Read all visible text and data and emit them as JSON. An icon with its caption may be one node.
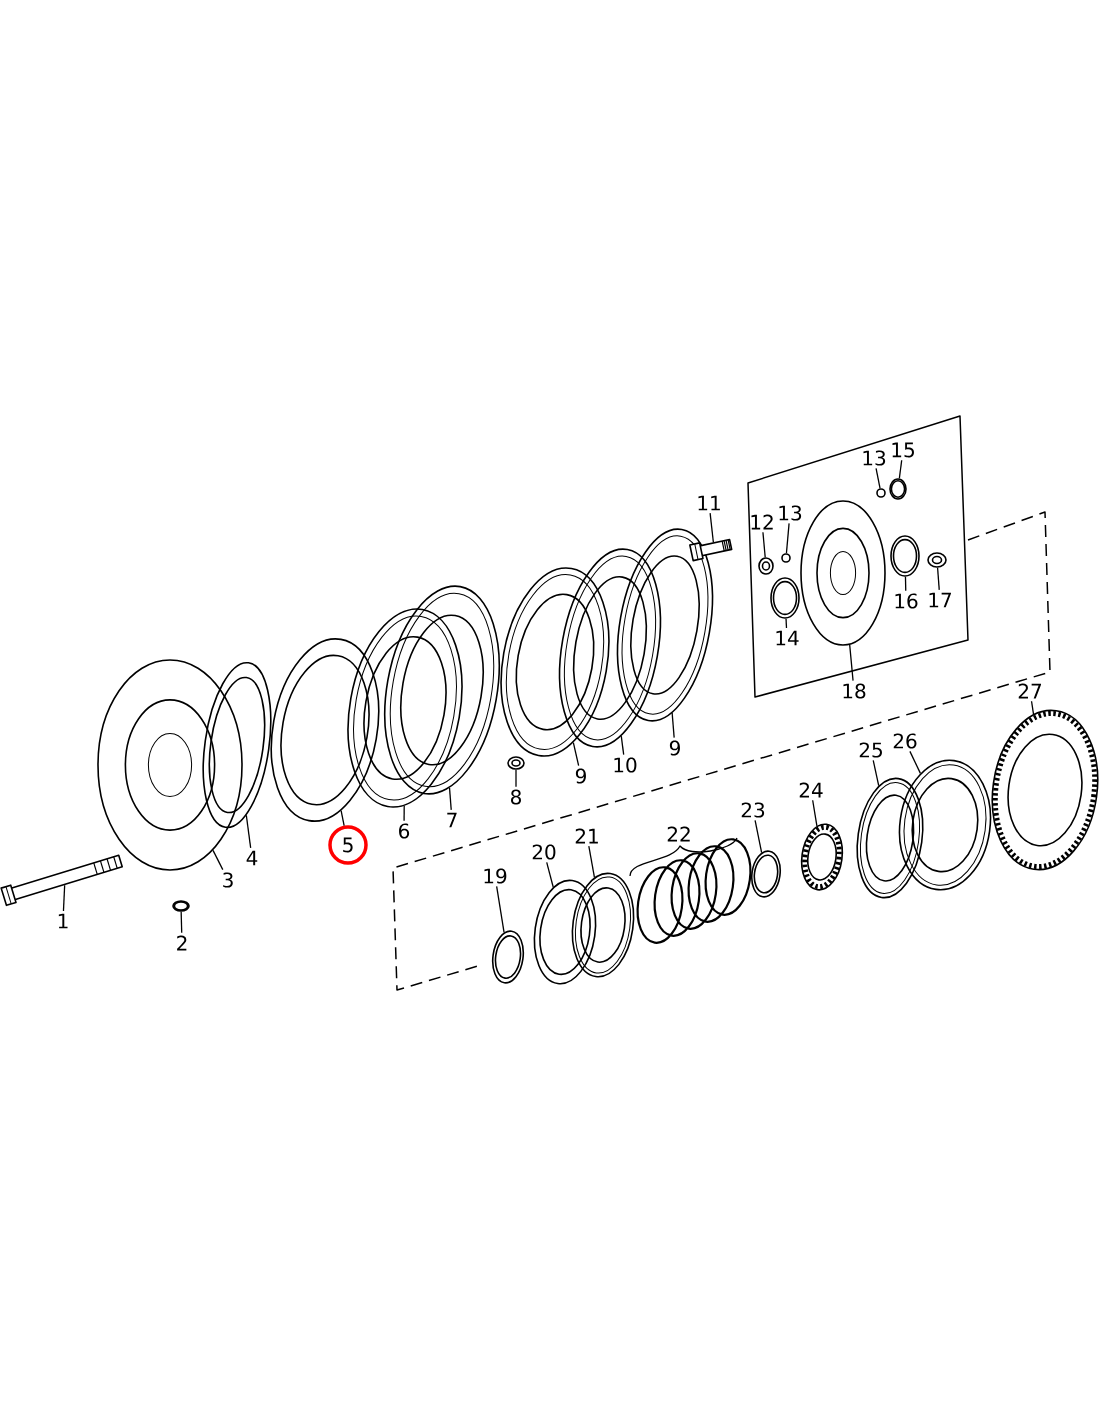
{
  "diagram": {
    "nodes": [
      {
        "text": [
          "1"
        ]
      },
      {
        "text": [],
        "shape": "picture"
      },
      {
        "text": [
          "2"
        ]
      },
      {
        "text": [],
        "shape": "picture"
      },
      {
        "text": [
          "3"
        ]
      },
      {
        "text": [],
        "shape": "picture"
      },
      {
        "text": [
          "4"
        ]
      },
      {
        "text": [],
        "shape": "picture"
      },
      {
        "text": [
          "5"
        ]
      },
      {
        "text": [],
        "shape": "picture"
      },
      {
        "text": [
          "6"
        ]
      },
      {
        "text": [],
        "shape": "picture"
      },
      {
        "text": [
          "7"
        ]
      },
      {
        "text": [],
        "shape": "picture"
      },
      {
        "text": [
          "8"
        ]
      },
      {
        "text": [],
        "shape": "picture"
      },
      {
        "text": [
          "9"
        ]
      },
      {
        "text": [],
        "shape": "picture"
      },
      {
        "text": [
          "10"
        ]
      },
      {
        "text": [],
        "shape": "picture"
      },
      {
        "text": [
          "9"
        ]
      },
      {
        "text": [],
        "shape": "picture"
      },
      {
        "text": [
          "11"
        ]
      },
      {
        "text": [],
        "shape": "picture"
      },
      {
        "text": [
          "12"
        ]
      },
      {
        "text": [],
        "shape": "picture"
      },
      {
        "text": [
          "13"
        ]
      },
      {
        "text": [],
        "shape": "picture"
      },
      {
        "text": [
          "14"
        ]
      },
      {
        "text": [],
        "shape": "picture"
      },
      {
        "text": [
          "13"
        ]
      },
      {
        "text": [],
        "shape": "picture"
      },
      {
        "text": [
          "15"
        ]
      },
      {
        "text": [],
        "shape": "picture"
      },
      {
        "text": [
          "16"
        ]
      },
      {
        "text": [],
        "shape": "picture"
      },
      {
        "text": [
          "17"
        ]
      },
      {
        "text": [],
        "shape": "picture"
      },
      {
        "text": [
          "18"
        ]
      },
      {
        "text": [],
        "shape": "picture"
      },
      {
        "text": [
          "19"
        ]
      },
      {
        "text": [],
        "shape": "picture"
      },
      {
        "text": [
          "20"
        ]
      },
      {
        "text": [],
        "shape": "picture"
      },
      {
        "text": [
          "21"
        ]
      },
      {
        "text": [],
        "shape": "picture"
      },
      {
        "text": [
          "23"
        ]
      },
      {
        "text": [],
        "shape": "picture"
      },
      {
        "text": [
          "24"
        ]
      },
      {
        "text": [],
        "shape": "picture"
      },
      {
        "text": [
          "25"
        ]
      },
      {
        "text": [],
        "shape": "picture"
      },
      {
        "text": [
          "26"
        ]
      },
      {
        "text": [],
        "shape": "picture"
      },
      {
        "text": [
          "27"
        ]
      },
      {
        "text": [],
        "shape": "picture"
      }
    ],
    "edges": [
      {
        "from": 0,
        "to": 1,
        "arrow": "none"
      },
      {
        "from": 2,
        "to": 3,
        "arrow": "none"
      },
      {
        "from": 4,
        "to": 5,
        "arrow": "none"
      },
      {
        "from": 6,
        "to": 7,
        "arrow": "none"
      },
      {
        "from": 8,
        "to": 9,
        "arrow": "none"
      },
      {
        "from": 10,
        "to": 11,
        "arrow": "none"
      },
      {
        "from": 12,
        "to": 13,
        "arrow": "none"
      },
      {
        "from": 14,
        "to": 15,
        "arrow": "none"
      },
      {
        "from": 16,
        "to": 17,
        "arrow": "none"
      },
      {
        "from": 18,
        "to": 19,
        "arrow": "none"
      },
      {
        "from": 20,
        "to": 21,
        "arrow": "none"
      },
      {
        "from": 22,
        "to": 23,
        "arrow": "none"
      },
      {
        "from": 24,
        "to": 25,
        "arrow": "none"
      },
      {
        "from": 26,
        "to": 27,
        "arrow": "none"
      },
      {
        "from": 28,
        "to": 29,
        "arrow": "none"
      },
      {
        "from": 30,
        "to": 31,
        "arrow": "none"
      },
      {
        "from": 32,
        "to": 33,
        "arrow": "none"
      },
      {
        "from": 34,
        "to": 35,
        "arrow": "none"
      },
      {
        "from": 36,
        "to": 37,
        "arrow": "none"
      },
      {
        "from": 38,
        "to": 39,
        "arrow": "none"
      },
      {
        "from": 40,
        "to": 41,
        "arrow": "none"
      },
      {
        "from": 42,
        "to": 43,
        "arrow": "none"
      },
      {
        "from": 44,
        "to": 45,
        "arrow": "none"
      },
      {
        "from": 46,
        "to": 47,
        "arrow": "none"
      },
      {
        "from": 48,
        "to": 49,
        "arrow": "none"
      },
      {
        "from": 50,
        "to": 51,
        "arrow": "none"
      },
      {
        "from": 52,
        "to": 53,
        "arrow": "none"
      },
      {
        "from": 54,
        "to": 55,
        "arrow": "none"
      }
    ],
    "labels": [
      "22"
    ]
  }
}
